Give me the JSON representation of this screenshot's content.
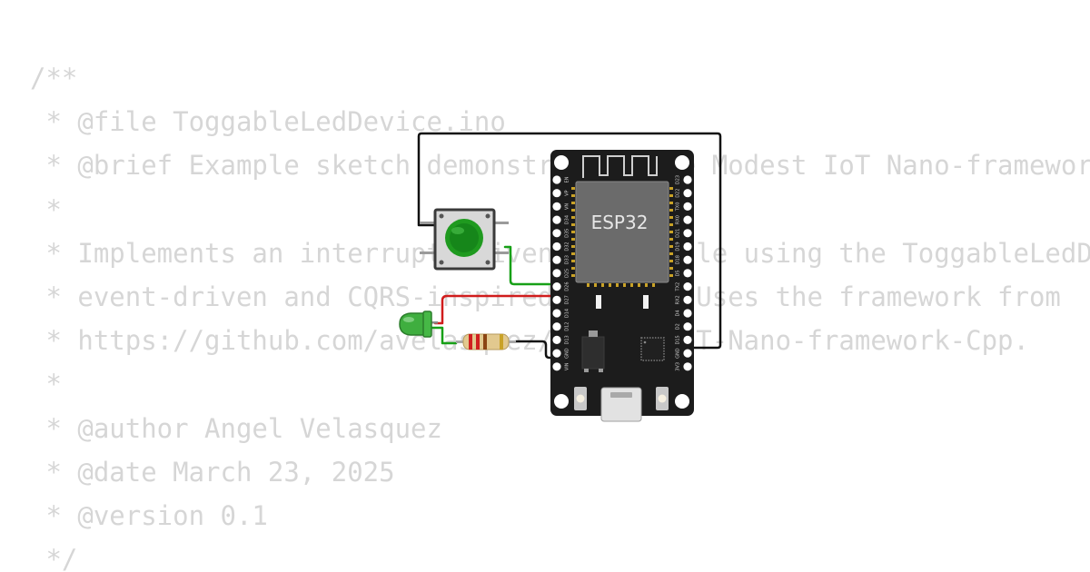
{
  "code_lines": [
    "/**",
    " * @file ToggableLedDevice.ino",
    " * @brief Example sketch demonstrating the Modest IoT Nano-framework (C++)",
    " *",
    " * Implements an interrupt-driven LED toggle using the ToggableLedDevice class,",
    " * event-driven and CQRS-inspired design. Uses the framework from",
    " * https://github.com/avelasquez/Modest-IoT-Nano-framework-Cpp.",
    " *",
    " * @author Angel Velasquez",
    " * @date March 23, 2025",
    " * @version 0.1",
    " */"
  ],
  "board": {
    "chip_label": "ESP32",
    "left_pins": [
      "EN",
      "VP",
      "VN",
      "D34",
      "D35",
      "D32",
      "D33",
      "D25",
      "D26",
      "D27",
      "D14",
      "D12",
      "D13",
      "GND",
      "VIN"
    ],
    "right_pins": [
      "D23",
      "D22",
      "TX0",
      "RX0",
      "D21",
      "D19",
      "D18",
      "D5",
      "TX2",
      "RX2",
      "D4",
      "D2",
      "D15",
      "GND",
      "3V3"
    ]
  },
  "colors": {
    "code_text": "#d6d6d6",
    "board": "#1c1c1c",
    "wire_black": "#111111",
    "wire_green": "#17a017",
    "wire_red": "#d01c1c",
    "button_cap": "#1f9a1f",
    "led": "#3fae3f"
  }
}
